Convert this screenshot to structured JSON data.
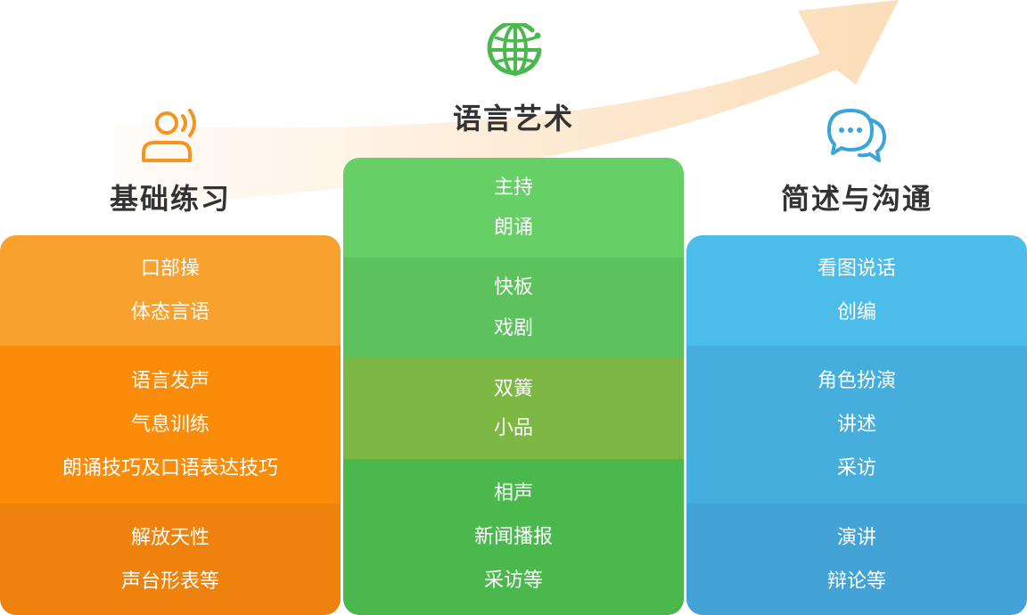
{
  "colors": {
    "orange": [
      "#F8A12E",
      "#FB8C0A",
      "#EE820C"
    ],
    "green": [
      "#66CF66",
      "#5DC15E",
      "#7CB843",
      "#4AB84D"
    ],
    "blue": [
      "#4CBCEA",
      "#45AEDD",
      "#44A3D6"
    ],
    "arrow": "#FBE3C5"
  },
  "left": {
    "title": "基础练习",
    "icon": "person-speaking-icon",
    "groups": [
      {
        "items": [
          "口部操",
          "体态言语"
        ]
      },
      {
        "items": [
          "语言发声",
          "气息训练",
          "朗诵技巧及口语表达技巧"
        ]
      },
      {
        "items": [
          "解放天性",
          "声台形表等"
        ]
      }
    ]
  },
  "middle": {
    "title": "语言艺术",
    "icon": "globe-icon",
    "groups": [
      {
        "items": [
          "主持",
          "朗诵"
        ]
      },
      {
        "items": [
          "快板",
          "戏剧"
        ]
      },
      {
        "items": [
          "双簧",
          "小品"
        ]
      },
      {
        "items": [
          "相声",
          "新闻播报",
          "采访等"
        ]
      }
    ]
  },
  "right": {
    "title": "简述与沟通",
    "icon": "chat-bubbles-icon",
    "groups": [
      {
        "items": [
          "看图说话",
          "创编"
        ]
      },
      {
        "items": [
          "角色扮演",
          "讲述",
          "采访"
        ]
      },
      {
        "items": [
          "演讲",
          "辩论等"
        ]
      }
    ]
  }
}
